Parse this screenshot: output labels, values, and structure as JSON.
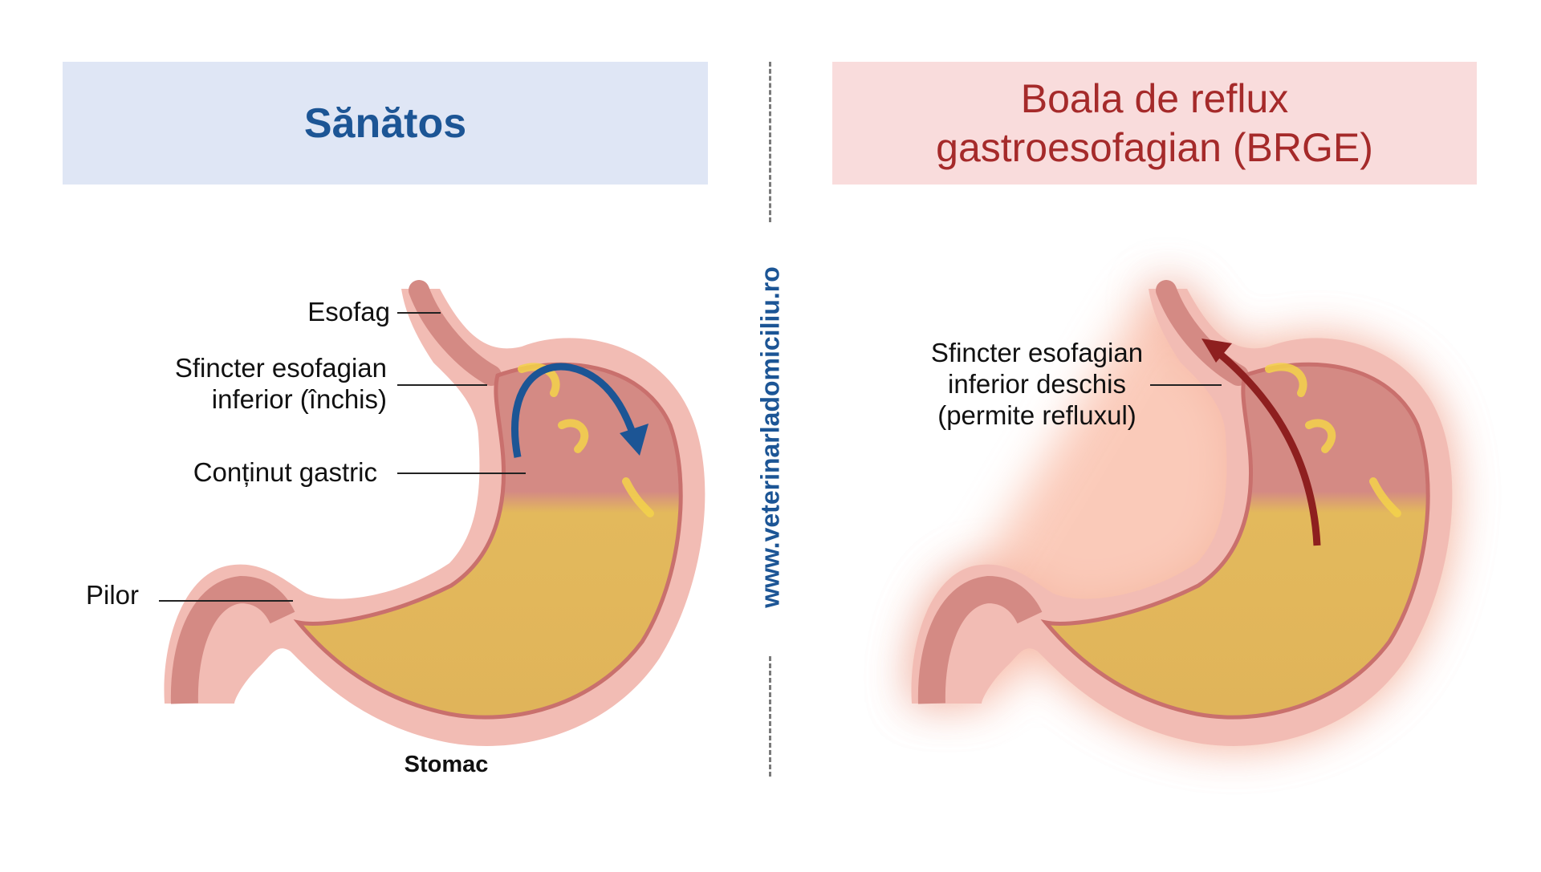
{
  "headers": {
    "healthy": "Sănătos",
    "disease_line1": "Boala de reflux",
    "disease_line2": "gastroesofagian (BRGE)"
  },
  "watermark": "www.veterinarladomiciliu.ro",
  "healthy_labels": {
    "esophagus": "Esofag",
    "sphincter_line1": "Sfincter esofagian",
    "sphincter_line2": "inferior (închis)",
    "contents": "Conținut gastric",
    "pylorus": "Pilor",
    "stomach": "Stomac"
  },
  "disease_labels": {
    "sphincter_line1": "Sfincter esofagian",
    "sphincter_line2": "inferior deschis",
    "sphincter_line3": "(permite refluxul)"
  },
  "colors": {
    "healthy_accent": "#1c5595",
    "disease_accent": "#a52a2a",
    "wall": "#f2bcb4",
    "lining": "#c9706d",
    "contents": "#e3b95c"
  }
}
